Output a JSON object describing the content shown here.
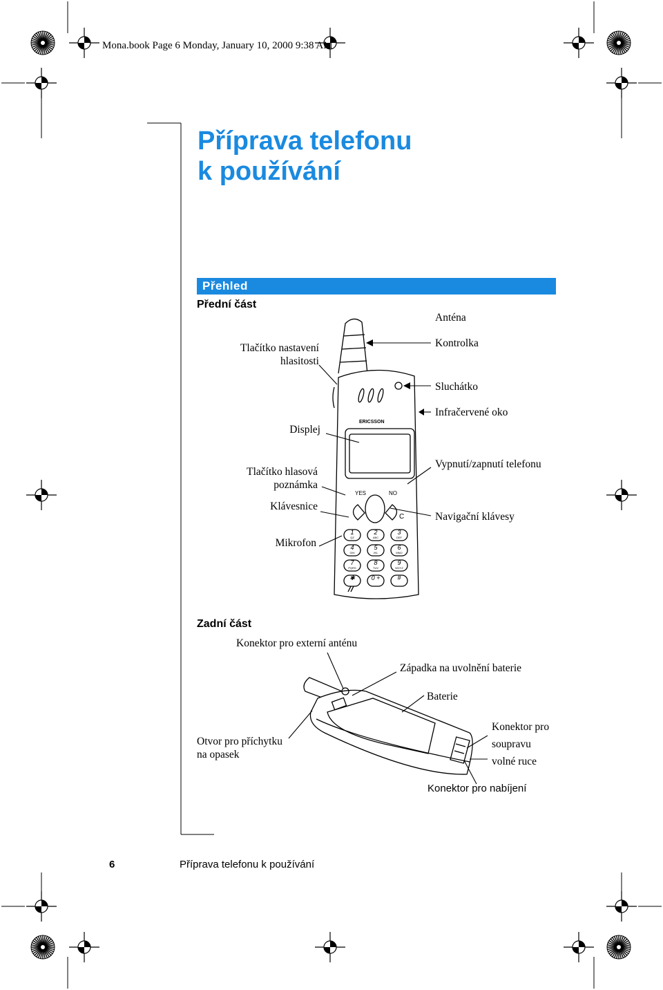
{
  "header": {
    "text": "Mona.book  Page 6  Monday, January 10, 2000  9:38 AM"
  },
  "title": {
    "line1": "Příprava telefonu",
    "line2": "k používání"
  },
  "section": {
    "heading": "Přehled"
  },
  "front": {
    "subheading": "Přední část",
    "labels_left": {
      "volume": "Tlačítko nastavení hlasitosti",
      "volume_line1": "Tlačítko nastavení",
      "volume_line2": "hlasitosti",
      "display": "Displej",
      "voice_memo_line1": "Tlačítko hlasová",
      "voice_memo_line2": "poznámka",
      "keypad": "Klávesnice",
      "microphone": "Mikrofon"
    },
    "labels_right": {
      "antenna": "Anténa",
      "indicator": "Kontrolka",
      "earpiece": "Sluchátko",
      "infrared": "Infračervené oko",
      "power": "Vypnutí/zapnutí telefonu",
      "navigation": "Navigační klávesy"
    },
    "phone": {
      "brand": "ERICSSON",
      "yes": "YES",
      "no": "NO",
      "clear": "C",
      "keys": [
        {
          "num": "1",
          "sub": "QZ"
        },
        {
          "num": "2",
          "sub": "ABC"
        },
        {
          "num": "3",
          "sub": "DEF"
        },
        {
          "num": "4",
          "sub": "GHI"
        },
        {
          "num": "5",
          "sub": "JKL"
        },
        {
          "num": "6",
          "sub": "MNO"
        },
        {
          "num": "7",
          "sub": "PQRS"
        },
        {
          "num": "8",
          "sub": "TUV"
        },
        {
          "num": "9",
          "sub": "WXYZ"
        },
        {
          "num": "✱",
          "sub": ""
        },
        {
          "num": "0 +",
          "sub": ""
        },
        {
          "num": "#",
          "sub": ""
        }
      ]
    }
  },
  "back": {
    "subheading": "Zadní část",
    "labels": {
      "ext_antenna": "Konektor pro externí anténu",
      "battery_latch": "Západka na uvolnění baterie",
      "battery": "Baterie",
      "belt_line1": "Otvor pro příchytku",
      "belt_line2": "na opasek",
      "handsfree_line1": "Konektor pro",
      "handsfree_line2": "soupravu",
      "handsfree_line3": "volné ruce",
      "charger": "Konektor pro nabíjení"
    }
  },
  "footer": {
    "page_number": "6",
    "title": "Příprava telefonu k používání"
  }
}
